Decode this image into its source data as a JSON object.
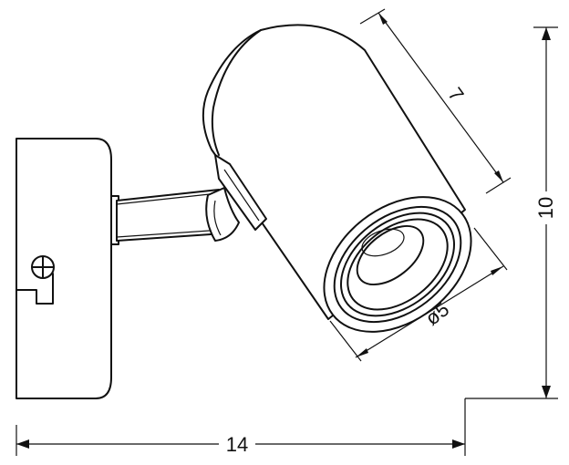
{
  "dimensions": {
    "width_label": "14",
    "height_label": "10",
    "length_label": "7",
    "diameter_label": "ø5"
  },
  "colors": {
    "line": "#111111",
    "background": "#ffffff"
  }
}
